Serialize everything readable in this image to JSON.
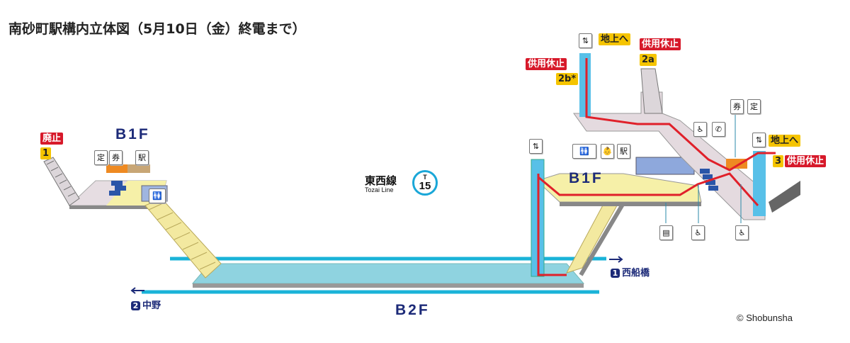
{
  "title": "南砂町駅構内立体図（5月10日（金）終電まで）",
  "floors": {
    "b1f_left": "B1F",
    "b1f_right": "B1F",
    "b2f": "B2F"
  },
  "line": {
    "name_ja": "東西線",
    "name_en": "Tozai Line",
    "code_letter": "T",
    "code_number": "15",
    "color": "#1aa7d8"
  },
  "exits": {
    "exit1": {
      "number": "1",
      "status": "廃止"
    },
    "exit2a": {
      "number": "2a",
      "status": "供用休止"
    },
    "exit2b": {
      "number": "2b*",
      "status": "供用休止",
      "elevator_label": "地上へ"
    },
    "exit3": {
      "number": "3",
      "status": "供用休止",
      "elevator_label": "地上へ"
    }
  },
  "destinations": {
    "east": {
      "number": "1",
      "name": "西船橋"
    },
    "west": {
      "number": "2",
      "name": "中野"
    }
  },
  "icons": {
    "fare_adjustment": "定",
    "ticket": "券",
    "station_staff": "駅",
    "toilet": "🚻",
    "wheelchair": "♿",
    "phone": "✆",
    "baby": "👶",
    "elevator": "⇅",
    "locker": "▤"
  },
  "copyright": "© Shobunsha",
  "colors": {
    "closed": "#d7192a",
    "exit_number": "#f5c400",
    "floor_label": "#1c2a78",
    "platform": "#8fd3e0",
    "concourse": "#f6f0a8",
    "route": "#e0202a"
  }
}
